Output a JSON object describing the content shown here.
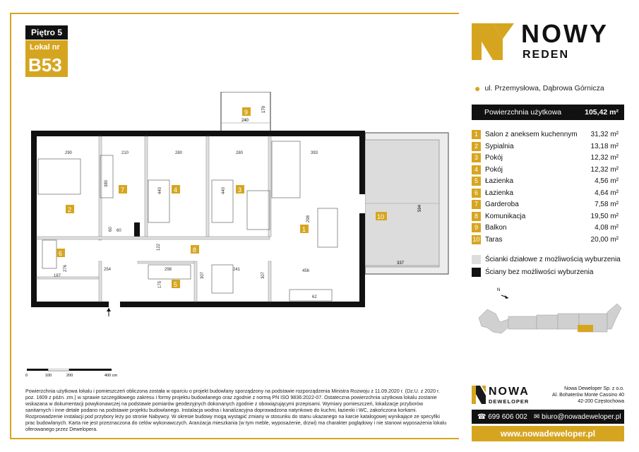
{
  "header": {
    "floor": "Piętro 5",
    "unit_label": "Lokal nr",
    "unit_number": "B53"
  },
  "brand": {
    "line1": "NOWY",
    "line2": "REDEN"
  },
  "address": "ul. Przemysłowa, Dąbrowa Górnicza",
  "usable_area": {
    "label": "Powierzchnia użytkowa",
    "value": "105,42 m²"
  },
  "rooms": [
    {
      "num": "1",
      "name": "Salon z aneksem kuchennym",
      "area": "31,32 m²"
    },
    {
      "num": "2",
      "name": "Sypialnia",
      "area": "13,18 m²"
    },
    {
      "num": "3",
      "name": "Pokój",
      "area": "12,32 m²"
    },
    {
      "num": "4",
      "name": "Pokój",
      "area": "12,32 m²"
    },
    {
      "num": "5",
      "name": "Łazienka",
      "area": "4,56 m²"
    },
    {
      "num": "6",
      "name": "Łazienka",
      "area": "4,64 m²"
    },
    {
      "num": "7",
      "name": "Garderoba",
      "area": "7,58 m²"
    },
    {
      "num": "8",
      "name": "Komunikacja",
      "area": "19,50 m²"
    },
    {
      "num": "9",
      "name": "Balkon",
      "area": "4,08 m²"
    },
    {
      "num": "10",
      "name": "Taras",
      "area": "20,00 m²"
    }
  ],
  "legend": {
    "removable": "Ścianki działowe z możliwością wyburzenia",
    "fixed": "Ściany bez możliwości wyburzenia"
  },
  "plan_dims": {
    "d290": "290",
    "d210": "210",
    "d280a": "280",
    "d280b": "280",
    "d393": "393",
    "d380": "380",
    "d440a": "440",
    "d440b": "440",
    "d240": "240",
    "d170": "170",
    "d594": "594",
    "d337": "337",
    "d456": "456",
    "d254": "254",
    "d298": "298",
    "d307a": "307",
    "d307b": "307",
    "d241": "241",
    "d122": "122",
    "d276": "276",
    "d187": "187",
    "d175": "175",
    "d60": "60",
    "d62": "62",
    "d60b": "60",
    "d298v": "298"
  },
  "plan_room_labels": [
    "1",
    "2",
    "3",
    "4",
    "5",
    "6",
    "7",
    "8",
    "9",
    "10"
  ],
  "compass": "N",
  "scale_labels": [
    "0",
    "100",
    "200",
    "400 cm"
  ],
  "fine_print": "Powierzchnia użytkowa lokalu i pomieszczeń obliczona została w oparciu o projekt budowlany sporządzony na podstawie rozporządzenia Ministra Rozwoju z 11.09.2020 r. (Dz.U. z 2020 r. poz. 1609 z późn. zm.) w sprawie szczegółowego zakresu i formy projektu budowlanego oraz zgodnie z normą PN ISO 9836:2022-07. Ostateczna powierzchnia użytkowa lokalu zostanie wskazana w dokumentacji powykonawczej na podstawie pomiarów geodezyjnych dokonanych zgodnie z obowiązującymi przepisami. Wymiary pomieszczeń, lokalizacje przyborów sanitarnych i inne detale podano na podstawie projektu budowlanego. Instalacja wodna i kanalizacyjna doprowadzona natynkowo do kuchni, łazienki i WC, zakończona korkami. Rozprowadzenie instalacji pod przybory leży po stronie Nabywcy. W okresie budowy mogą wystąpić zmiany w stosunku do stanu ukazanego na karcie katalogowej wynikające ze specyfiki prac budowlanych. Karta nie jest przeznaczona do celów wykonawczych. Aranżacja mieszkania (w tym meble, wyposażenie, drzwi) ma charakter poglądowy i nie stanowi wyposażenia lokalu oferowanego przez Dewelopera.",
  "developer": {
    "name": "NOWA",
    "sub": "DEWELOPER",
    "company": [
      "Nowa Deweloper Sp. z o.o.",
      "Al. Bohaterów Monte Cassino 40",
      "42-200 Częstochowa"
    ],
    "phone": "699 606 002",
    "email": "biuro@nowadeweloper.pl",
    "website": "www.nowadeweloper.pl"
  },
  "colors": {
    "accent": "#d6a520",
    "dark": "#111111"
  }
}
